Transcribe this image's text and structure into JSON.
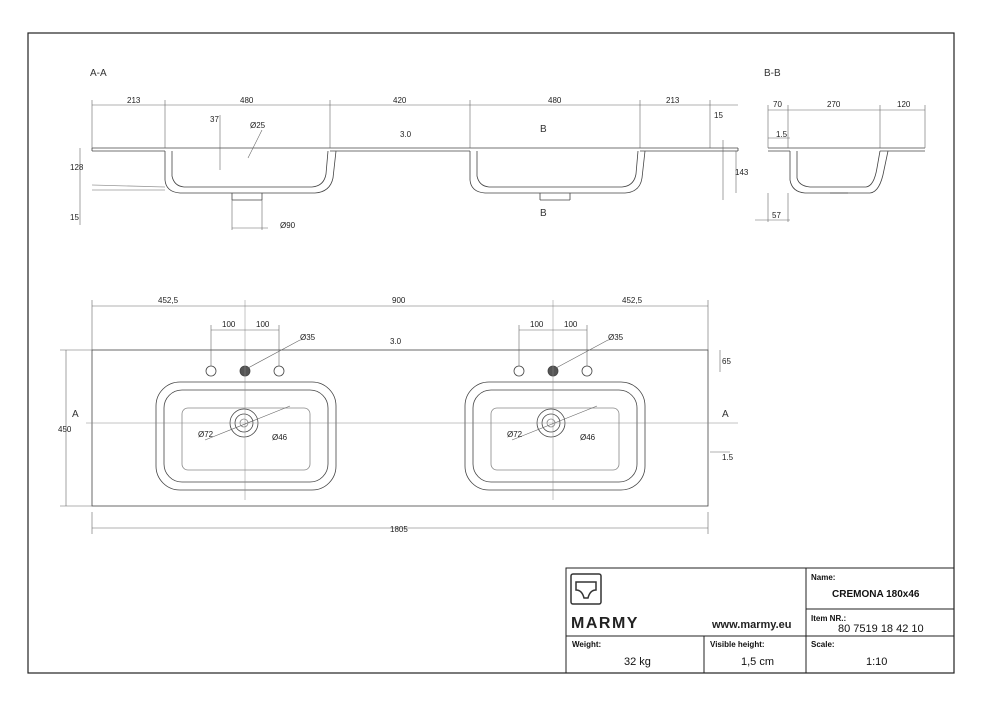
{
  "views": {
    "section_aa_label": "A-A",
    "section_bb_label": "B-B"
  },
  "section_aa": {
    "dims_top": [
      "213",
      "480",
      "420",
      "480",
      "213"
    ],
    "dim_37": "37",
    "dim_d25": "Ø25",
    "dim_3": "3.0",
    "dim_15": "15",
    "dim_128": "128",
    "dim_143": "143",
    "dim_15b": "15",
    "dim_d90": "Ø90",
    "cut_b": "B"
  },
  "section_bb": {
    "dims_top": [
      "70",
      "270",
      "120"
    ],
    "dim_15": "1.5",
    "dim_57": "57"
  },
  "plan": {
    "dims_top": [
      "452,5",
      "900",
      "452,5"
    ],
    "dims_tap": [
      "100",
      "100",
      "100",
      "100"
    ],
    "dim_d35": "Ø35",
    "dim_3": "3.0",
    "dim_65": "65",
    "dim_450": "450",
    "dim_d72": "Ø72",
    "dim_d46": "Ø46",
    "dim_15": "1.5",
    "dim_total": "1805",
    "cut_a": "A"
  },
  "title_block": {
    "brand": "MARMY",
    "website": "www.marmy.eu",
    "name_label": "Name:",
    "name_value": "CREMONA 180x46",
    "item_label": "Item NR.:",
    "item_value": "80 7519 18 42 10",
    "weight_label": "Weight:",
    "weight_value": "32 kg",
    "visible_height_label": "Visible height:",
    "visible_height_value": "1,5 cm",
    "scale_label": "Scale:",
    "scale_value": "1:10"
  },
  "colors": {
    "line": "#333333",
    "thin": "#777777",
    "frame": "#222222"
  }
}
